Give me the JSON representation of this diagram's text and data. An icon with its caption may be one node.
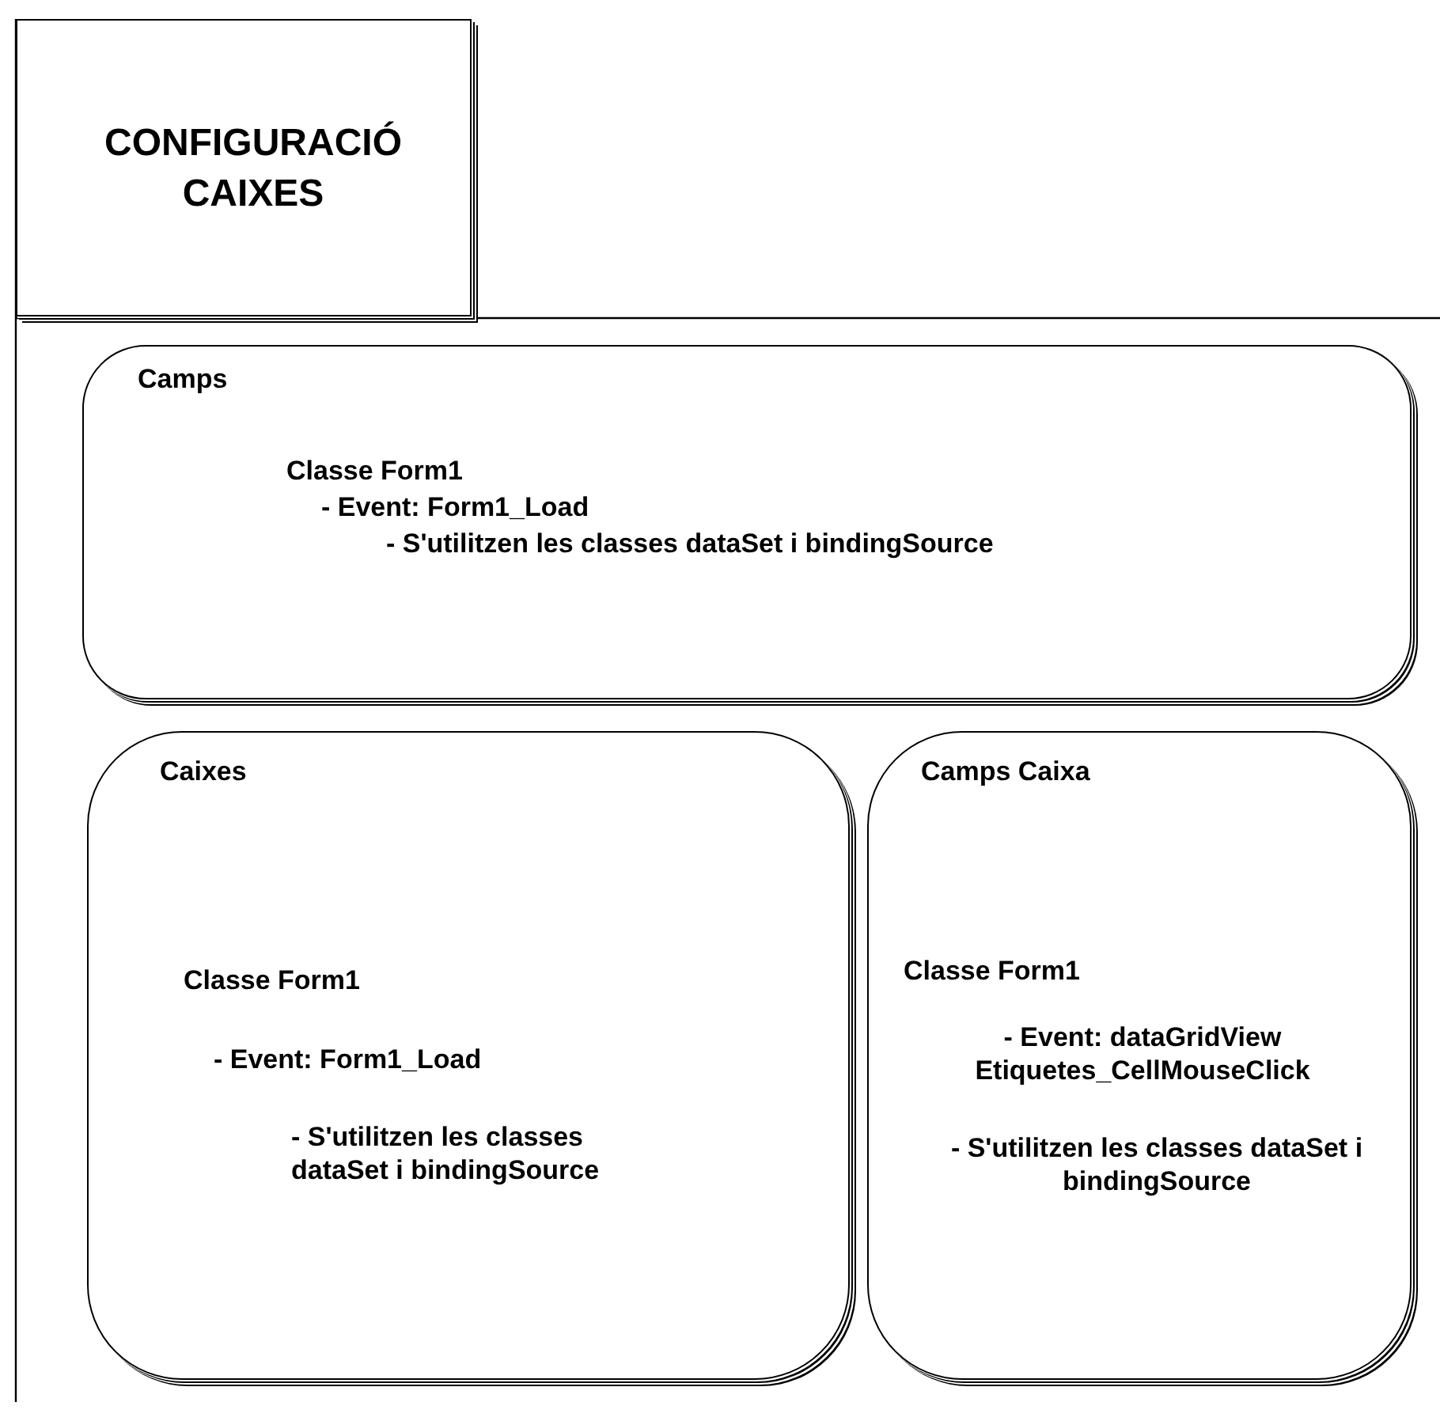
{
  "diagram": {
    "nodes": [
      {
        "text": [
          "CONFIGURACIÓ CAIXES"
        ]
      },
      {
        "text": [
          "Camps",
          "Classe Form1",
          "- Event: Form1_Load",
          "- S'utilitzen les classes dataSet i bindingSource"
        ]
      },
      {
        "text": [
          "Caixes",
          "Classe Form1",
          "- Event: Form1_Load",
          "- S'utilitzen les classes dataSet i bindingSource"
        ]
      },
      {
        "text": [
          "Camps Caixa",
          "Classe Form1",
          "- Event: dataGridView Etiquetes_CellMouseClick",
          "- S'utilitzen les classes dataSet i bindingSource"
        ]
      }
    ]
  }
}
